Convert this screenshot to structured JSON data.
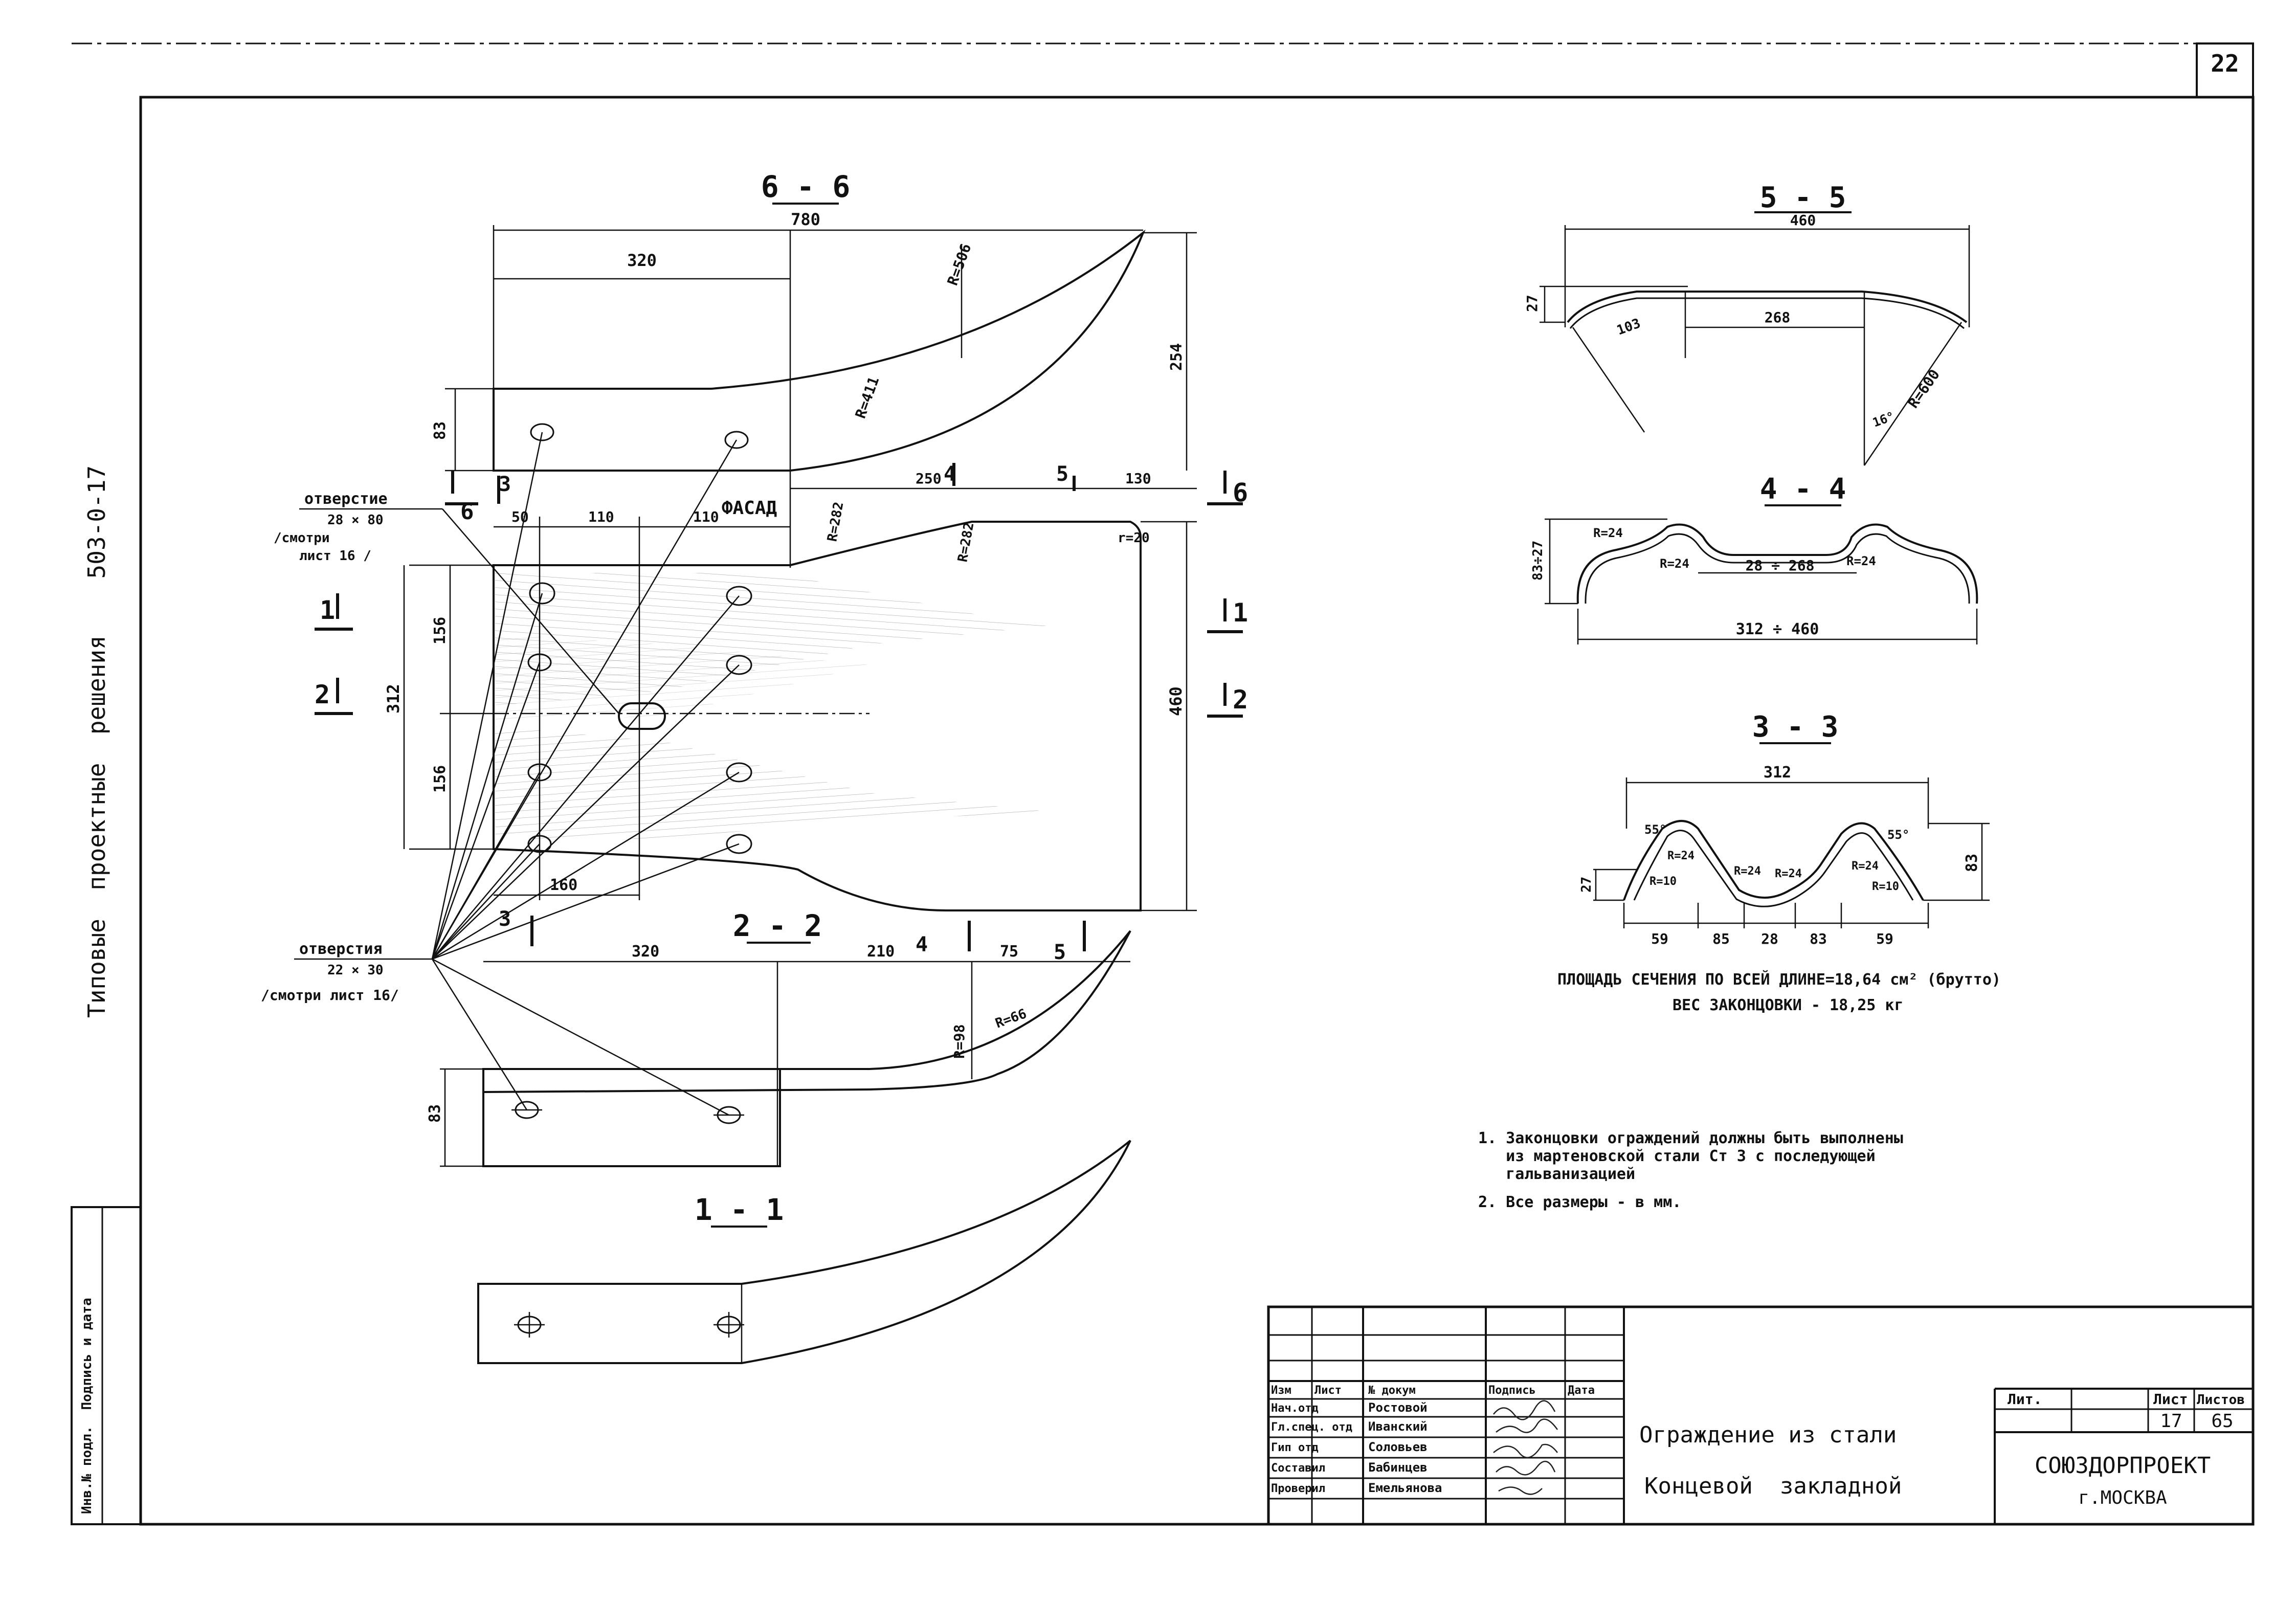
{
  "sheet": {
    "page_number": "22",
    "side_title": "Типовые  проектные  решения    503-0-17",
    "side_stamp": "Инв.№ подл.  Подпись и дата"
  },
  "sections": {
    "s6": "6 - 6",
    "s5": "5 - 5",
    "s4": "4 - 4",
    "s3": "3 - 3",
    "s2": "2 - 2",
    "s1": "1 - 1",
    "facade": "ФАСАД"
  },
  "cut_marks": {
    "m1": "1",
    "m2": "2",
    "m3": "3",
    "m4": "4",
    "m5": "5",
    "m6": "6"
  },
  "callouts": {
    "hole_top_l1": "отверстие",
    "hole_top_l2": "28 × 80",
    "hole_top_l3": "/смотри",
    "hole_top_l4": "лист 16 /",
    "hole_bot_l1": "отверстия",
    "hole_bot_l2": "22 × 30",
    "hole_bot_l3": "/смотри лист 16/"
  },
  "dims_6_6": {
    "total": "780",
    "part": "320",
    "r_outer": "R=506",
    "r_inner": "R=411",
    "height": "254",
    "left_h": "83"
  },
  "dims_facade": {
    "d250": "250",
    "d130": "130",
    "d50": "50",
    "d110a": "110",
    "d110b": "110",
    "r282a": "R=282",
    "r282b": "R=282",
    "r20": "r=20",
    "h312": "312",
    "h156a": "156",
    "h156b": "156",
    "h460": "460",
    "d160": "160"
  },
  "dims_2_2": {
    "d320": "320",
    "d210": "210",
    "d75": "75",
    "r98": "R=98",
    "r66": "R=66",
    "h83": "83"
  },
  "dims_5_5": {
    "width": "460",
    "h27": "27",
    "d103": "103",
    "d268": "268",
    "r600": "R=600",
    "ang": "16°"
  },
  "dims_4_4": {
    "r24a": "R=24",
    "r24b": "R=24",
    "r24c": "R=24",
    "mid": "28 ÷ 268",
    "h": "83÷27",
    "width": "312 ÷ 460"
  },
  "dims_3_3": {
    "width": "312",
    "h83": "83",
    "h27": "27",
    "a55l": "55°",
    "a55r": "55°",
    "r10a": "R=10",
    "r10b": "R=10",
    "r24a": "R=24",
    "r24b": "R=24",
    "r24c": "R=24",
    "r24d": "R=24",
    "b59a": "59",
    "b85": "85",
    "b28": "28",
    "b83": "83",
    "b59b": "59"
  },
  "area_note": {
    "line1": "ПЛОЩАДЬ СЕЧЕНИЯ ПО ВСЕЙ ДЛИНЕ=18,64 см² (брутто)",
    "line2": "ВЕС ЗАКОНЦОВКИ - 18,25 кг"
  },
  "notes": [
    "1. Законцовки ограждений должны быть выполнены",
    "   из мартеновской стали Ст 3 с последующей",
    "   гальванизацией",
    "2. Все размеры - в мм."
  ],
  "title_block": {
    "headers": [
      "Изм",
      "Лист",
      "№ докум",
      "Подпись",
      "Дата"
    ],
    "roles": [
      "Нач.отд",
      "Гл.спец. отд",
      "Гип отд",
      "Составил",
      "Проверил"
    ],
    "names": [
      "Ростовой",
      "Иванский",
      "Соловьев",
      "Бабинцев",
      "Емельянова"
    ],
    "title_l1": "Ограждение из стали",
    "title_l2": "Концевой  закладной",
    "col_lit": "Лит.",
    "col_list": "Лист",
    "col_listov": "Листов",
    "list_val": "17",
    "listov_val": "65",
    "org_l1": "СОЮЗДОРПРОЕКТ",
    "org_l2": "г.МОСКВА"
  }
}
